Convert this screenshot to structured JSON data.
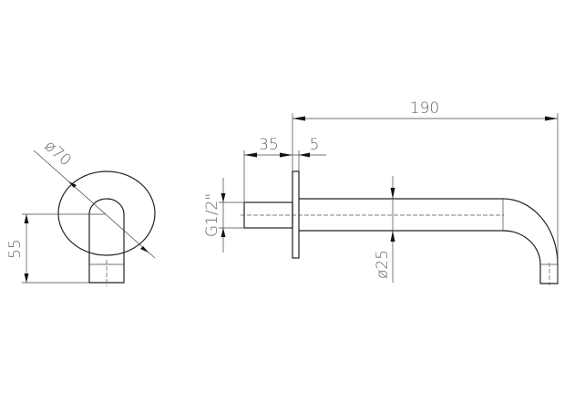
{
  "dimensions": {
    "flange_diameter": "ø70",
    "arm_height": "55",
    "total_length": "190",
    "thread_length": "35",
    "flange_thickness": "5",
    "thread_size": "G1/2\"",
    "pipe_diameter": "ø25"
  }
}
